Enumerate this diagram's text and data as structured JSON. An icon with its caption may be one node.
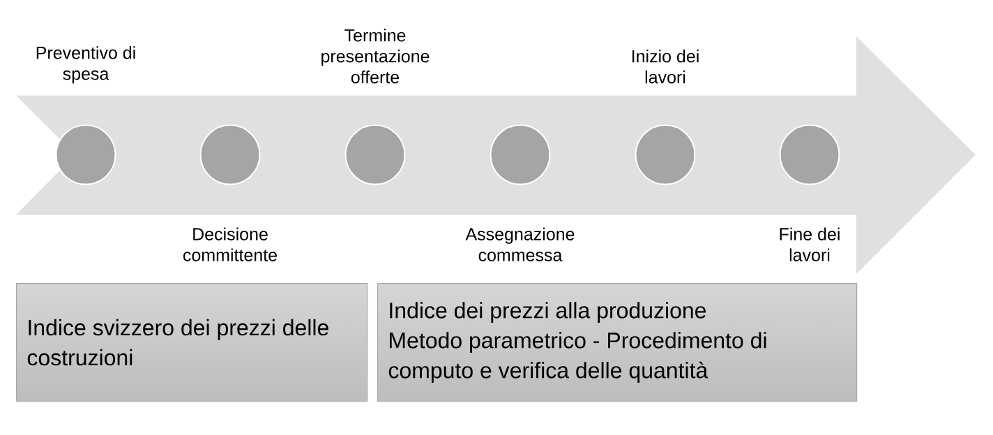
{
  "diagram": {
    "nodes": [
      {
        "text": [],
        "shape": "circle"
      },
      {
        "text": [],
        "shape": "circle"
      },
      {
        "text": [],
        "shape": "circle"
      },
      {
        "text": [],
        "shape": "circle"
      },
      {
        "text": [],
        "shape": "circle"
      },
      {
        "text": [],
        "shape": "circle"
      },
      {
        "text": [
          "Indice svizzero dei prezzi delle costruzioni"
        ]
      },
      {
        "text": [
          "Indice dei prezzi alla produzione",
          "Metodo parametrico - Procedimento di computo e verifica delle quantità"
        ]
      }
    ],
    "labels": [
      "Preventivo di spesa",
      "Termine presentazione offerte",
      "Inizio dei lavori",
      "Decisione committente",
      "Assegnazione commessa",
      "Fine dei lavori"
    ]
  }
}
